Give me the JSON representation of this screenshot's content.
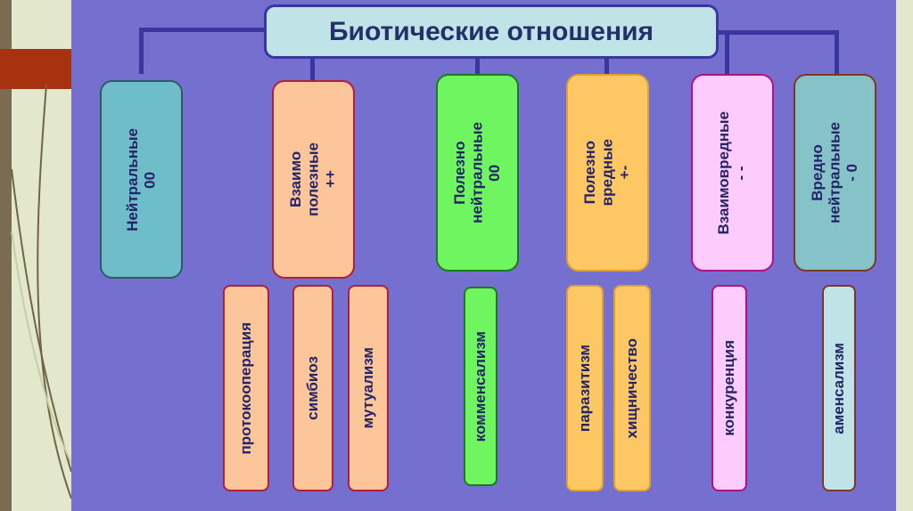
{
  "title": "Биотические отношения",
  "categories": [
    {
      "label": "Нейтральные\n00",
      "color": "#6fbdc8",
      "border": "#2e5a66"
    },
    {
      "label": "Взаимо\nполезные\n++",
      "color": "#fdc59a",
      "border": "#b0203a"
    },
    {
      "label": "Полезно\nнейтральные\n00",
      "color": "#6ef560",
      "border": "#1e7a20"
    },
    {
      "label": "Полезно\nвредные\n+-",
      "color": "#fdc863",
      "border": "#e0a030"
    },
    {
      "label": "Взаимовредные\n- -",
      "color": "#fdccfc",
      "border": "#b0108a"
    },
    {
      "label": "Вредно\nнейтральные\n- 0",
      "color": "#85c3c8",
      "border": "#7a3a20"
    }
  ],
  "examples": [
    {
      "label": "протокооперация",
      "color": "#fdc59a",
      "border": "#b0203a"
    },
    {
      "label": "симбиоз",
      "color": "#fdc59a",
      "border": "#b0203a"
    },
    {
      "label": "мутуализм",
      "color": "#fdc59a",
      "border": "#b0203a"
    },
    {
      "label": "комменсализм",
      "color": "#6ef560",
      "border": "#1e7a20"
    },
    {
      "label": "паразитизм",
      "color": "#fdc863",
      "border": "#e0a030"
    },
    {
      "label": "хищничество",
      "color": "#fdc863",
      "border": "#e0a030"
    },
    {
      "label": "конкуренция",
      "color": "#fdccfc",
      "border": "#b0108a"
    },
    {
      "label": "аменсализм",
      "color": "#bfe3e7",
      "border": "#7a3a20"
    }
  ]
}
